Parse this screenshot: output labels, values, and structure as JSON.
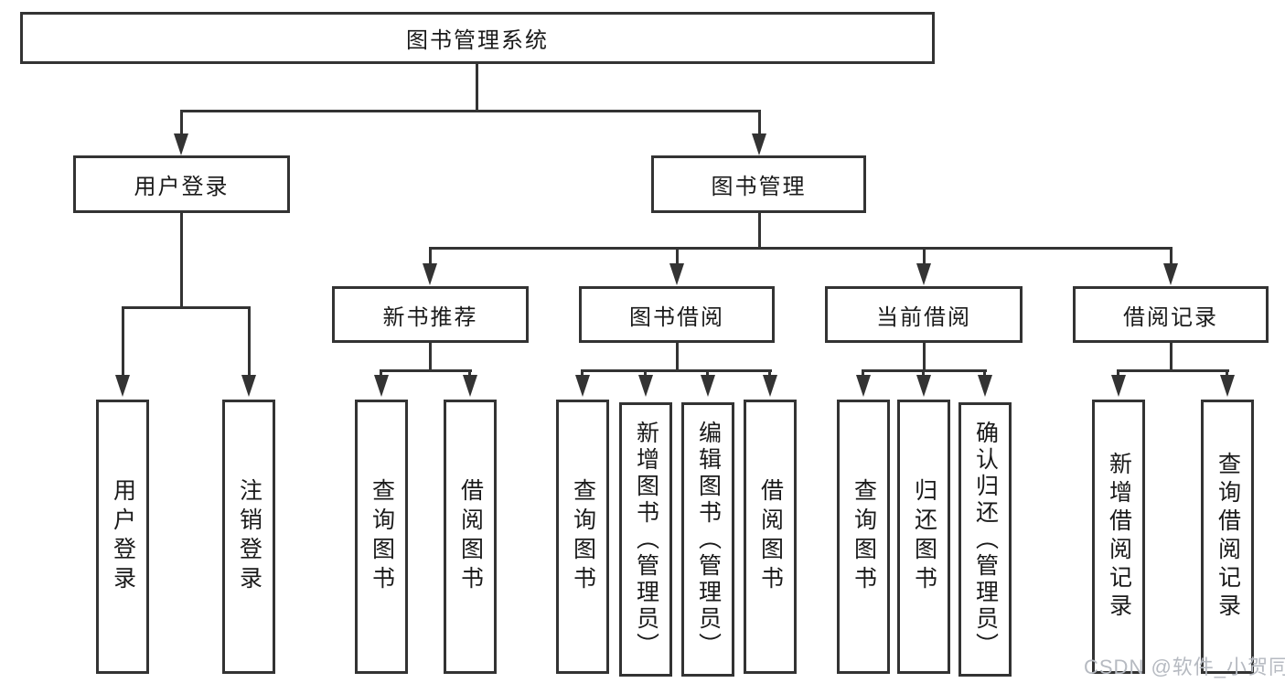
{
  "tree": {
    "root": "图书管理系统",
    "branches": [
      {
        "label": "用户登录",
        "leaves": [
          "用户登录",
          "注销登录"
        ]
      },
      {
        "label": "图书管理",
        "groups": [
          {
            "label": "新书推荐",
            "leaves": [
              "查询图书",
              "借阅图书"
            ]
          },
          {
            "label": "图书借阅",
            "leaves": [
              "查询图书",
              "新增图书（管理员）",
              "编辑图书（管理员）",
              "借阅图书"
            ]
          },
          {
            "label": "当前借阅",
            "leaves": [
              "查询图书",
              "归还图书",
              "确认归还（管理员）"
            ]
          },
          {
            "label": "借阅记录",
            "leaves": [
              "新增借阅记录",
              "查询借阅记录"
            ]
          }
        ]
      }
    ]
  },
  "watermark": "CSDN @软件_小贺同学",
  "colors": {
    "line": "#333333",
    "text": "#1a1a1a",
    "boxbg": "#ffffff",
    "watermark": "#b6bac1",
    "pagebg": "#ffffff"
  }
}
